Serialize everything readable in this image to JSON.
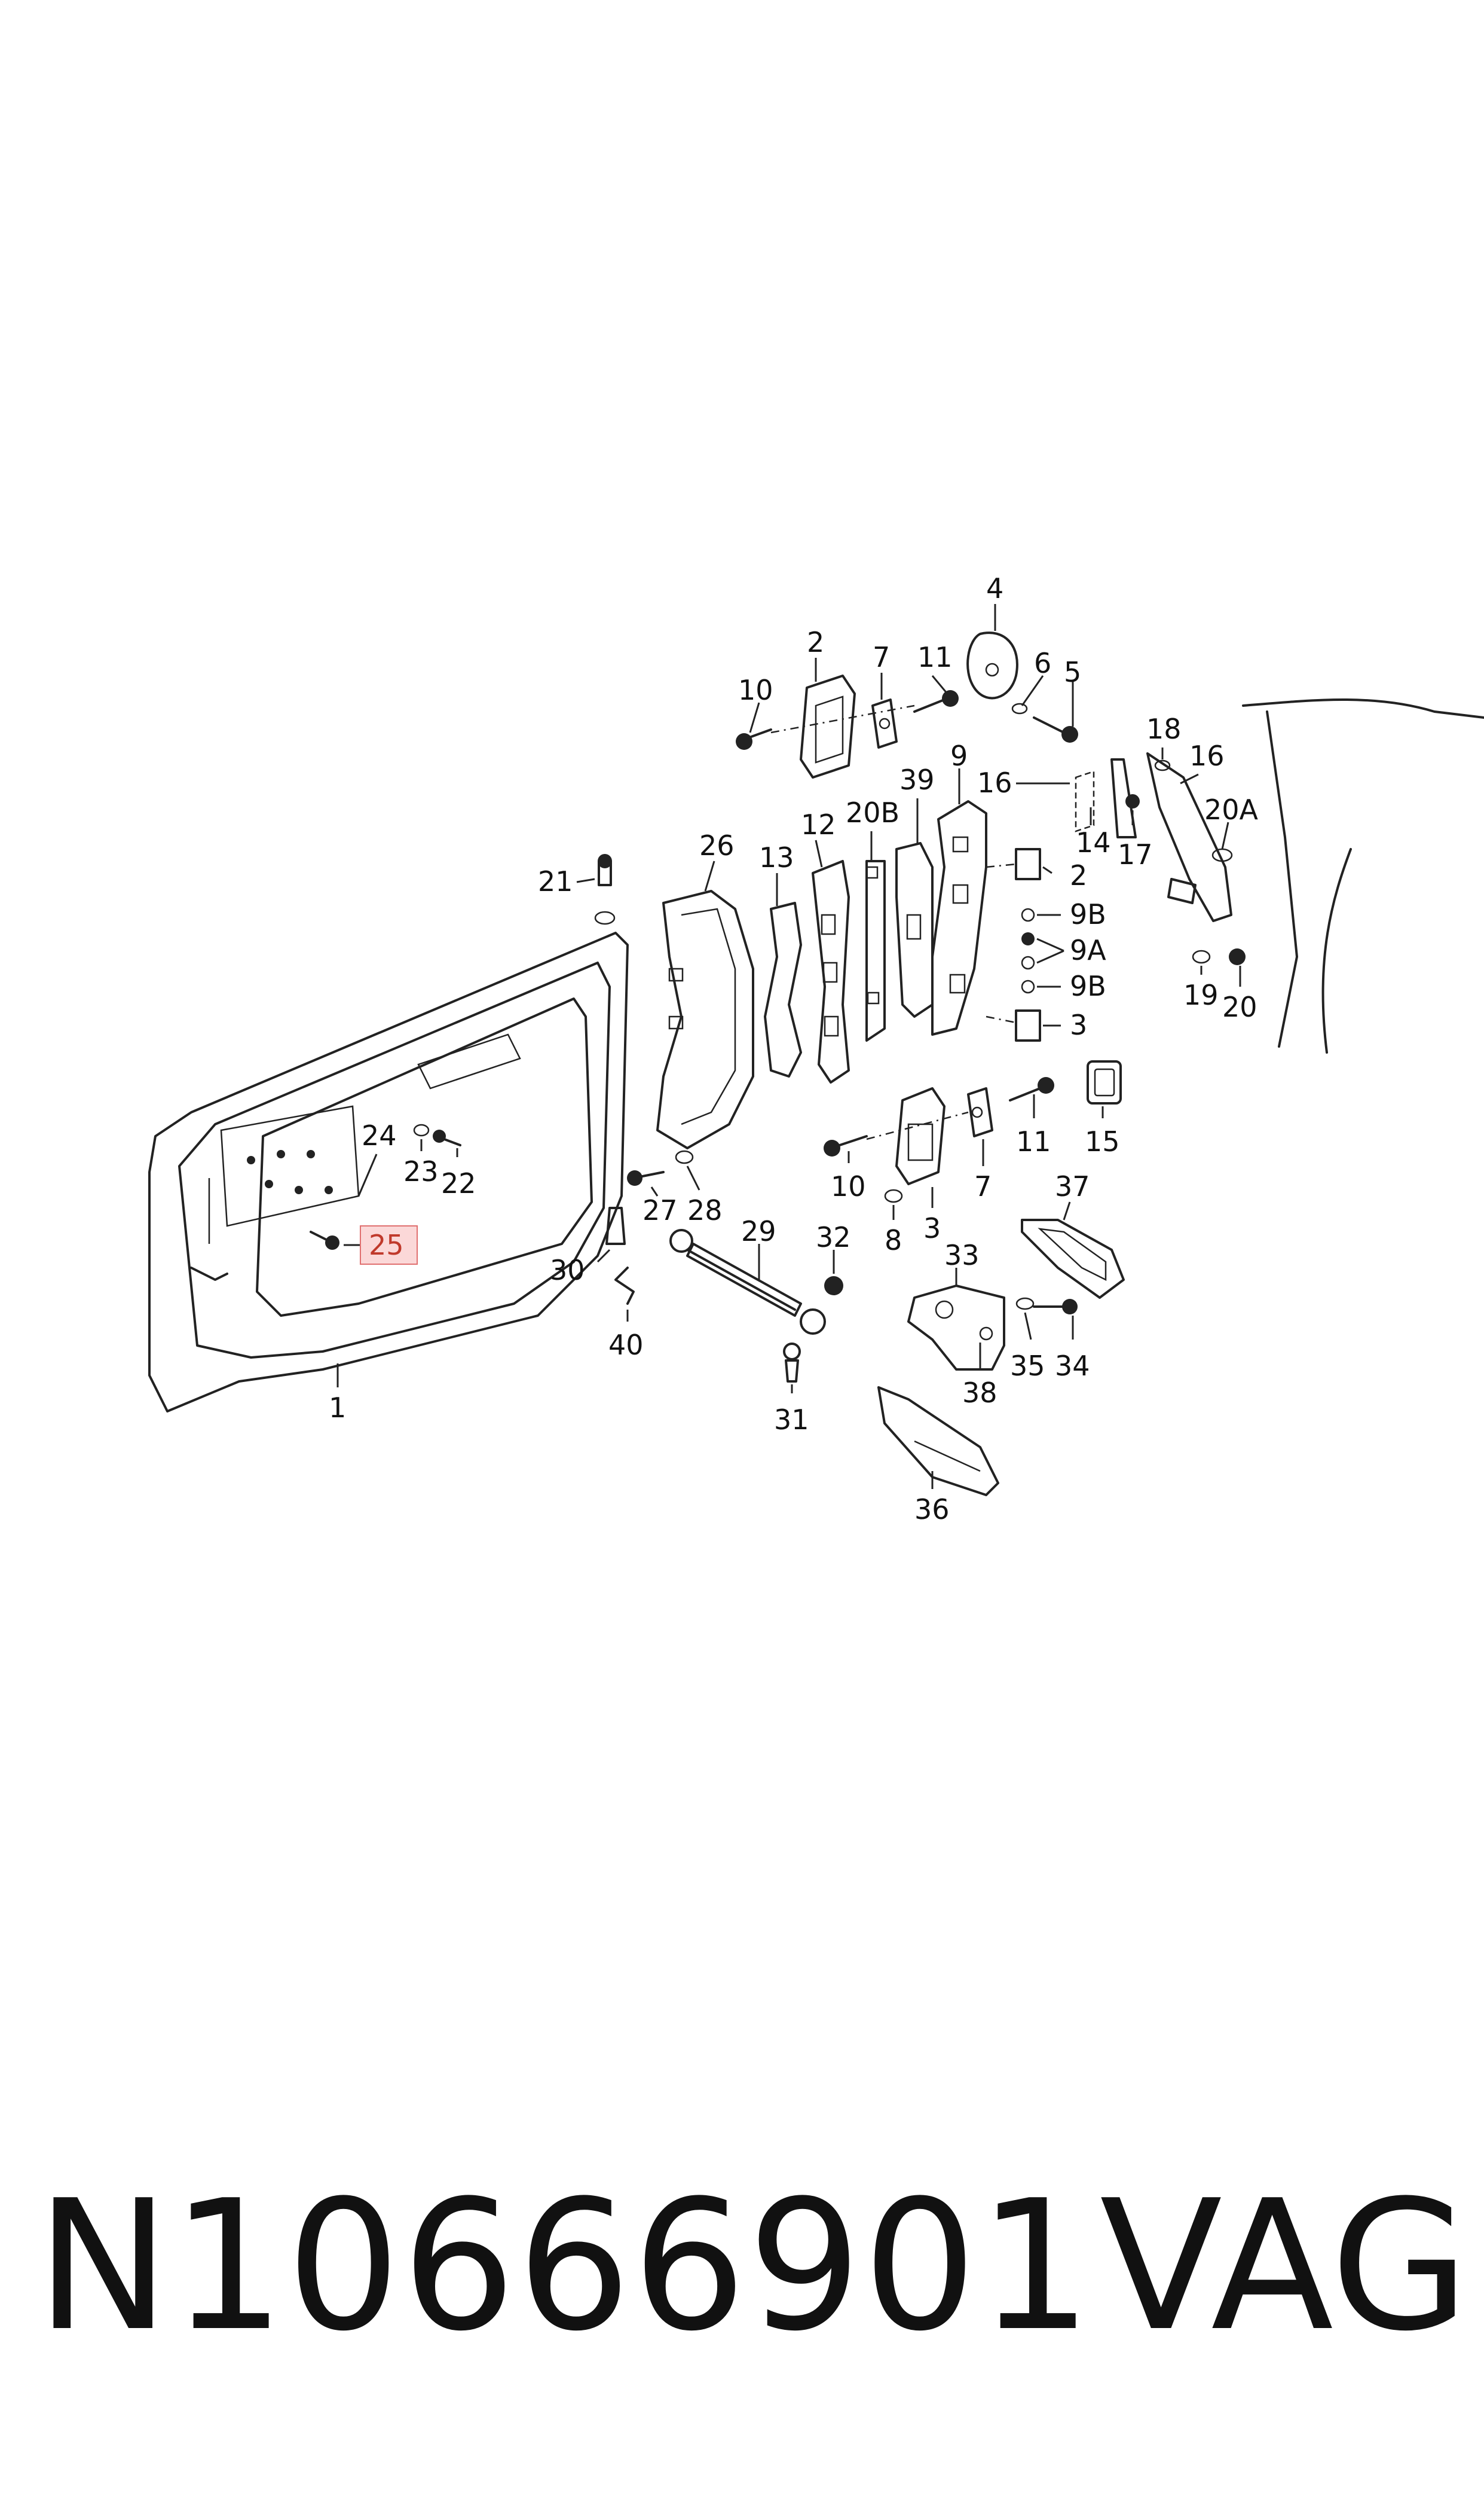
{
  "diagram": {
    "callouts": [
      "4",
      "2",
      "7",
      "11",
      "6",
      "5",
      "10",
      "9",
      "39",
      "20B",
      "12",
      "13",
      "26",
      "21",
      "16",
      "14",
      "18",
      "17",
      "20A",
      "9B",
      "9A",
      "3",
      "19",
      "20",
      "1",
      "24",
      "23",
      "22",
      "25",
      "27",
      "28",
      "30",
      "40",
      "29",
      "32",
      "8",
      "33",
      "35",
      "34",
      "38",
      "31",
      "36",
      "37",
      "15"
    ],
    "highlighted_callout": "25"
  },
  "footer": {
    "part_number": "N10666901",
    "brand": "VAG"
  }
}
